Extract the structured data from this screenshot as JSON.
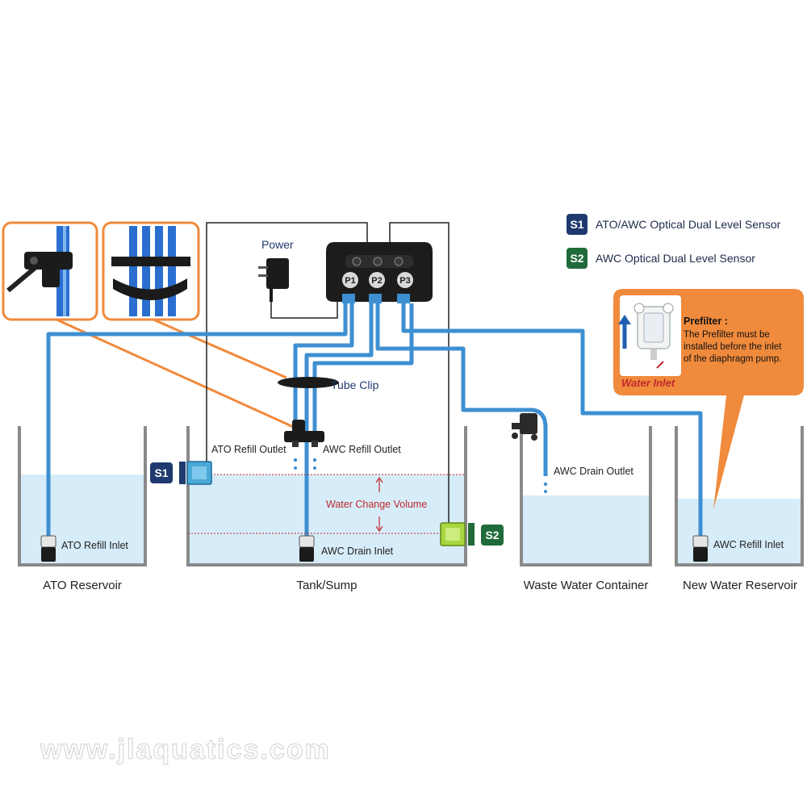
{
  "legend": {
    "s1": {
      "badge": "S1",
      "text": "ATO/AWC Optical Dual Level Sensor",
      "color": "#1f3a6e"
    },
    "s2": {
      "badge": "S2",
      "text": "AWC Optical Dual Level Sensor",
      "color": "#1f6b3a"
    }
  },
  "controller": {
    "power_label": "Power",
    "pumps": [
      "P1",
      "P2",
      "P3"
    ]
  },
  "tube_clip_label": "Tube Clip",
  "labels": {
    "ato_refill_outlet": "ATO Refill Outlet",
    "awc_refill_outlet": "AWC Refill Outlet",
    "water_change_volume": "Water Change Volume",
    "ato_refill_inlet": "ATO Refill Inlet",
    "awc_drain_inlet": "AWC Drain Inlet",
    "awc_drain_outlet": "AWC Drain Outlet",
    "awc_refill_inlet": "AWC Refill Inlet"
  },
  "containers": {
    "ato_reservoir": "ATO Reservoir",
    "tank_sump": "Tank/Sump",
    "waste_water_container": "Waste Water Container",
    "new_water_reservoir": "New Water Reservoir"
  },
  "sensor_badges": {
    "s1": "S1",
    "s2": "S2"
  },
  "prefilter": {
    "title": "Prefilter :",
    "line1": "The Prefilter must be",
    "line2": "installed before the inlet",
    "line3": "of the diaphragm pump.",
    "water_inlet": "Water Inlet"
  },
  "watermark": "www.jlaquatics.com",
  "colors": {
    "tube": "#3d8fd1",
    "water": "#d6ecf8",
    "orange": "#f08a3c",
    "red": "#c0282d"
  }
}
